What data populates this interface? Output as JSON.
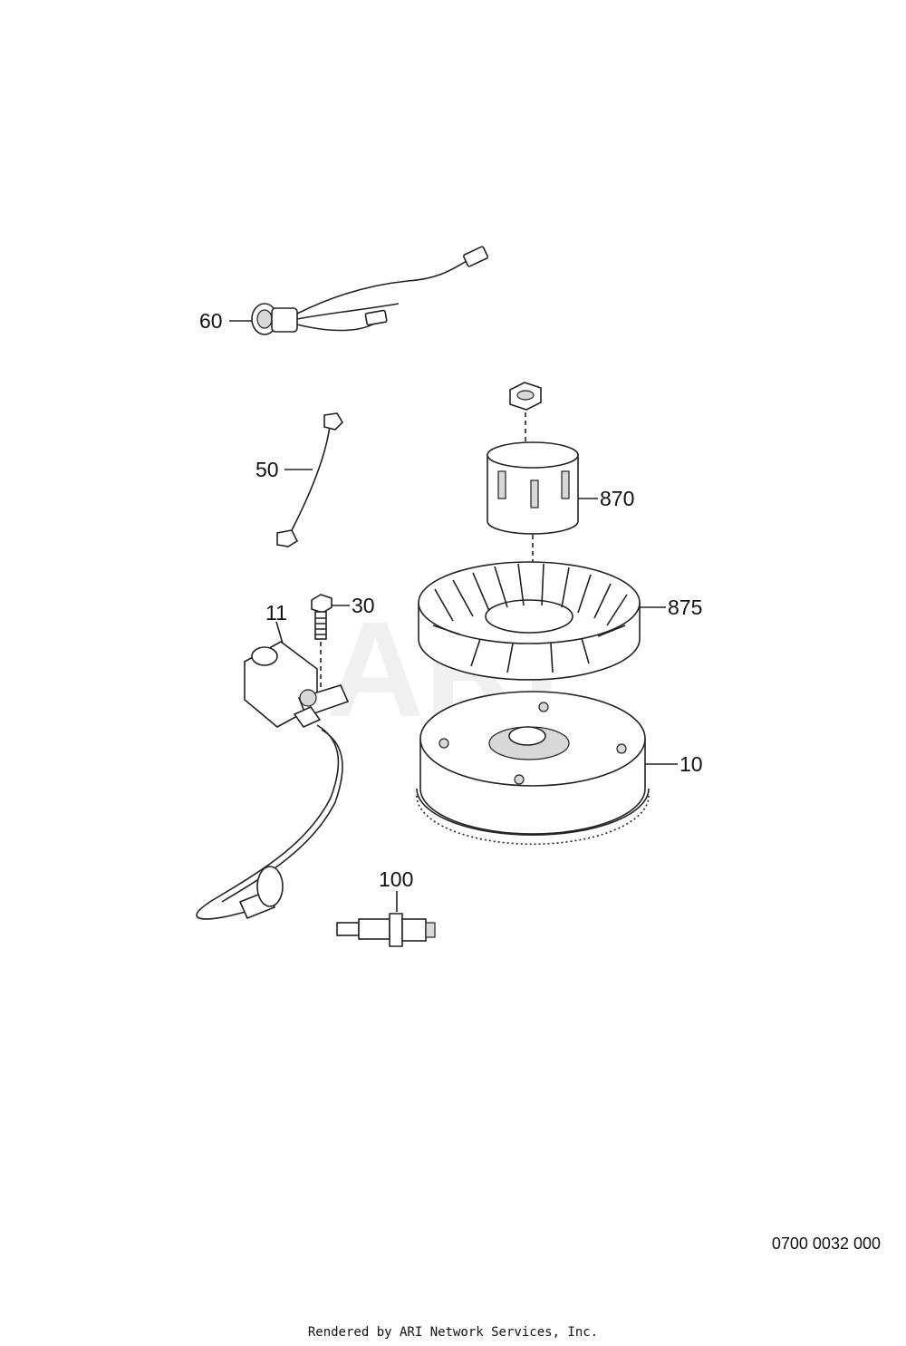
{
  "watermark": "ARI",
  "callouts": {
    "p60": "60",
    "p50": "50",
    "p870": "870",
    "p875": "875",
    "p11": "11",
    "p30": "30",
    "p10": "10",
    "p100": "100"
  },
  "document_number": "0700 0032 000",
  "footer": "Rendered by ARI Network Services, Inc."
}
